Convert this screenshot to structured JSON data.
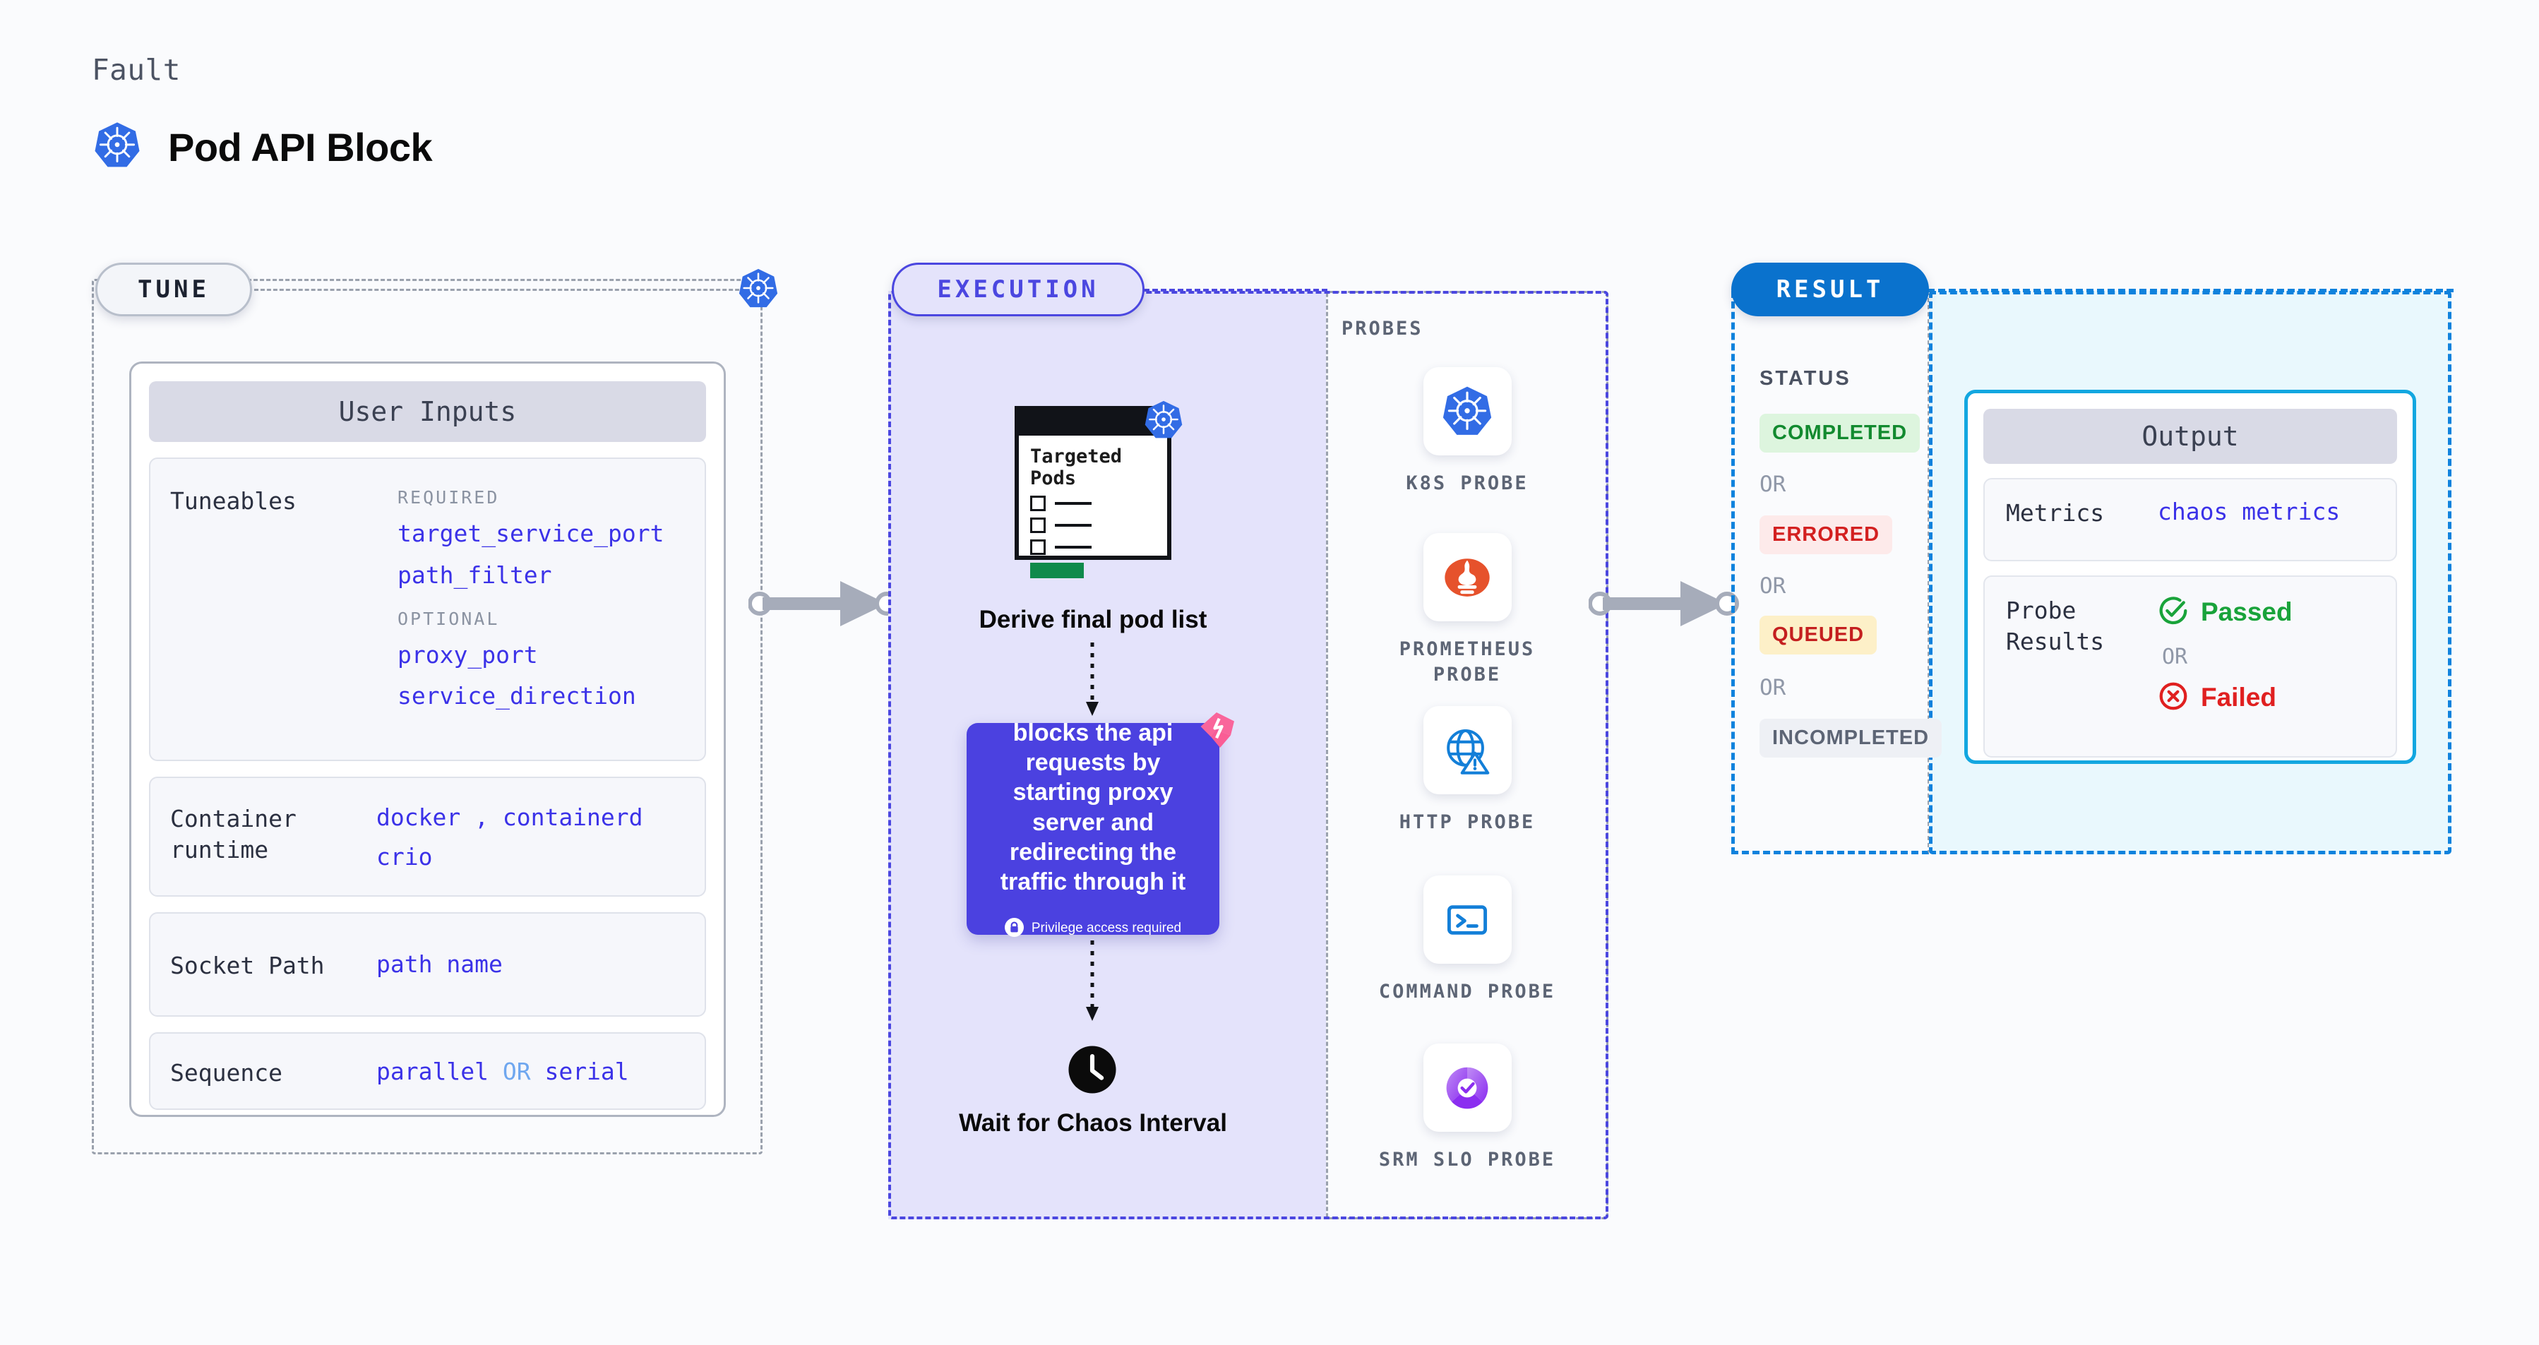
{
  "header": {
    "eyebrow": "Fault",
    "title": "Pod API Block",
    "icon": "kubernetes-icon"
  },
  "tune": {
    "pill": "TUNE",
    "card_title": "User Inputs",
    "tuneables": {
      "label": "Tuneables",
      "required_label": "REQUIRED",
      "required": [
        "target_service_port",
        "path_filter"
      ],
      "optional_label": "OPTIONAL",
      "optional": [
        "proxy_port",
        "service_direction"
      ]
    },
    "runtime": {
      "label": "Container runtime",
      "values_line1": "docker",
      "separator": ",",
      "values_line2": "containerd",
      "values_line3": "crio"
    },
    "socket": {
      "label": "Socket Path",
      "value": "path name"
    },
    "sequence": {
      "label": "Sequence",
      "value1": "parallel",
      "or": "OR",
      "value2": "serial"
    }
  },
  "execution": {
    "pill": "EXECUTION",
    "pods_card": {
      "title_line1": "Targeted",
      "title_line2": "Pods"
    },
    "step1_label": "Derive final pod list",
    "action": {
      "text": "blocks the api requests by starting proxy server and redirecting the traffic through it",
      "privilege_note": "Privilege access required"
    },
    "step2_label": "Wait for Chaos Interval",
    "probes": {
      "title": "PROBES",
      "items": [
        {
          "name": "K8S PROBE",
          "icon": "kubernetes-icon"
        },
        {
          "name": "PROMETHEUS PROBE",
          "icon": "prometheus-icon"
        },
        {
          "name": "HTTP PROBE",
          "icon": "http-globe-icon"
        },
        {
          "name": "COMMAND PROBE",
          "icon": "terminal-icon"
        },
        {
          "name": "SRM SLO PROBE",
          "icon": "srm-slo-icon"
        }
      ]
    }
  },
  "result": {
    "pill": "RESULT",
    "status_title": "STATUS",
    "or_label": "OR",
    "statuses": [
      {
        "label": "COMPLETED",
        "color": "#128a2f",
        "bg": "#ddf5de"
      },
      {
        "label": "ERRORED",
        "color": "#d32020",
        "bg": "#fdeaea"
      },
      {
        "label": "QUEUED",
        "color": "#c41f1f",
        "bg": "#fdf0c8"
      },
      {
        "label": "INCOMPLETED",
        "color": "#5d6575",
        "bg": "#eef0f5"
      }
    ],
    "output": {
      "title": "Output",
      "metrics_label": "Metrics",
      "metrics_value": "chaos metrics",
      "probe_results_label": "Probe Results",
      "passed": "Passed",
      "or": "OR",
      "failed": "Failed"
    }
  },
  "colors": {
    "accent_purple": "#4b41e0",
    "accent_blue": "#0a72cd",
    "k8s_blue": "#326ce5",
    "value_blue": "#3b32e8",
    "pass_green": "#19a33a",
    "fail_red": "#e02020"
  }
}
